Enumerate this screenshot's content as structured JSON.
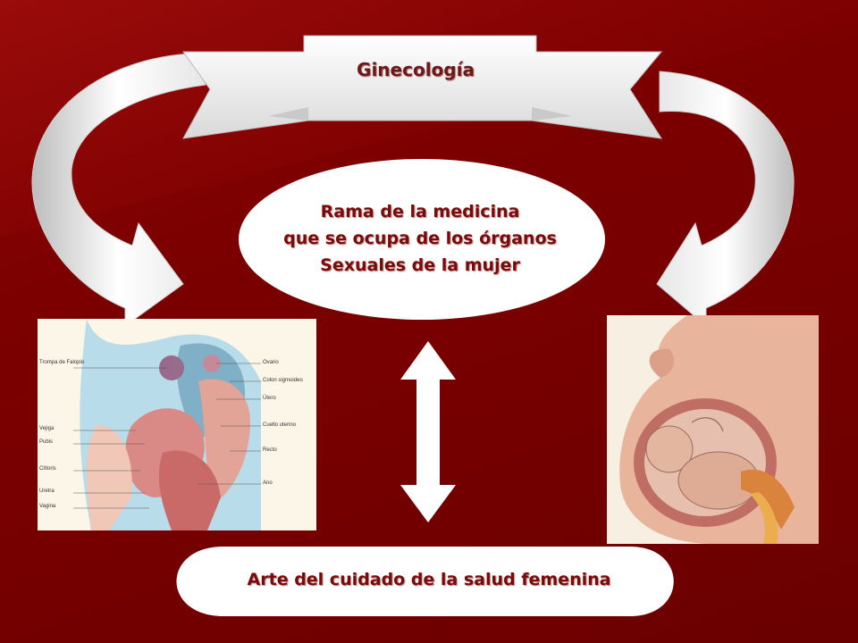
{
  "banner": {
    "title": "Ginecología"
  },
  "definition": {
    "line1": "Rama de la medicina",
    "line2": "que se ocupa de los órganos",
    "line3": "Sexuales de la mujer"
  },
  "bottom_bar": {
    "text": "Arte del cuidado de la salud femenina"
  },
  "anatomy_labels": {
    "trompa": "Trompa de Falopio",
    "ovario": "Ovario",
    "colon": "Colon sigmoideo",
    "utero": "Útero",
    "cuello": "Cuello uterino",
    "recto": "Recto",
    "ano": "Ano",
    "vejiga": "Vejiga",
    "pubis": "Pubis",
    "clitoris": "Clítoris",
    "uretra": "Uretra",
    "vagina": "Vagina"
  },
  "colors": {
    "background": "#7d0000",
    "shape_fill": "#ffffff",
    "text": "#7a0b0b"
  }
}
